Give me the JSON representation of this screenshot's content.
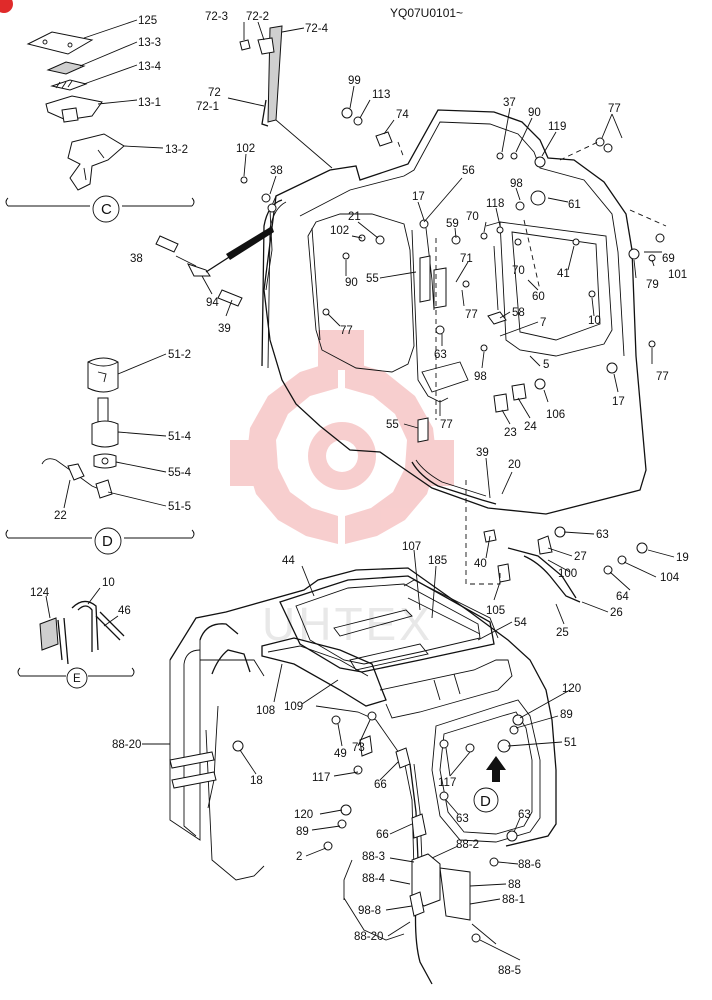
{
  "diagram": {
    "code": "YQ07U0101~",
    "watermark": "UHTEX",
    "views": [
      {
        "id": "C",
        "name": "view-c"
      },
      {
        "id": "D",
        "name": "view-d"
      },
      {
        "id": "E",
        "name": "view-e"
      }
    ],
    "callout_d": "D",
    "labels": [
      {
        "id": "l125",
        "text": "125"
      },
      {
        "id": "l13_3",
        "text": "13-3"
      },
      {
        "id": "l13_4",
        "text": "13-4"
      },
      {
        "id": "l13_1",
        "text": "13-1"
      },
      {
        "id": "l13_2",
        "text": "13-2"
      },
      {
        "id": "l72_3",
        "text": "72-3"
      },
      {
        "id": "l72_2",
        "text": "72-2"
      },
      {
        "id": "l72_4",
        "text": "72-4"
      },
      {
        "id": "l72",
        "text": "72"
      },
      {
        "id": "l72_1",
        "text": "72-1"
      },
      {
        "id": "l99",
        "text": "99"
      },
      {
        "id": "l113",
        "text": "113"
      },
      {
        "id": "l74",
        "text": "74"
      },
      {
        "id": "l37",
        "text": "37"
      },
      {
        "id": "l90a",
        "text": "90"
      },
      {
        "id": "l77a",
        "text": "77"
      },
      {
        "id": "l119",
        "text": "119"
      },
      {
        "id": "l102a",
        "text": "102"
      },
      {
        "id": "l38a",
        "text": "38"
      },
      {
        "id": "l17a",
        "text": "17"
      },
      {
        "id": "l56",
        "text": "56"
      },
      {
        "id": "l98a",
        "text": "98"
      },
      {
        "id": "l61",
        "text": "61"
      },
      {
        "id": "l21",
        "text": "21"
      },
      {
        "id": "l102b",
        "text": "102"
      },
      {
        "id": "l59",
        "text": "59"
      },
      {
        "id": "l70a",
        "text": "70"
      },
      {
        "id": "l118",
        "text": "118"
      },
      {
        "id": "l70b",
        "text": "70"
      },
      {
        "id": "l69",
        "text": "69"
      },
      {
        "id": "l38b",
        "text": "38"
      },
      {
        "id": "l90b",
        "text": "90"
      },
      {
        "id": "l55a",
        "text": "55"
      },
      {
        "id": "l71",
        "text": "71"
      },
      {
        "id": "l41",
        "text": "41"
      },
      {
        "id": "l79",
        "text": "79"
      },
      {
        "id": "l101",
        "text": "101"
      },
      {
        "id": "l94",
        "text": "94"
      },
      {
        "id": "l77b",
        "text": "77"
      },
      {
        "id": "l60",
        "text": "60"
      },
      {
        "id": "l10a",
        "text": "10"
      },
      {
        "id": "l39a",
        "text": "39"
      },
      {
        "id": "l77c",
        "text": "77"
      },
      {
        "id": "l58",
        "text": "58"
      },
      {
        "id": "l7",
        "text": "7"
      },
      {
        "id": "l51_2",
        "text": "51-2"
      },
      {
        "id": "l63a",
        "text": "63"
      },
      {
        "id": "l5",
        "text": "5"
      },
      {
        "id": "l98b",
        "text": "98"
      },
      {
        "id": "l77d",
        "text": "77"
      },
      {
        "id": "l17b",
        "text": "17"
      },
      {
        "id": "l106",
        "text": "106"
      },
      {
        "id": "l51_4",
        "text": "51-4"
      },
      {
        "id": "l55b",
        "text": "55"
      },
      {
        "id": "l77e",
        "text": "77"
      },
      {
        "id": "l23",
        "text": "23"
      },
      {
        "id": "l24",
        "text": "24"
      },
      {
        "id": "l55_4",
        "text": "55-4"
      },
      {
        "id": "l39b",
        "text": "39"
      },
      {
        "id": "l20",
        "text": "20"
      },
      {
        "id": "l22",
        "text": "22"
      },
      {
        "id": "l51_5",
        "text": "51-5"
      },
      {
        "id": "l63b",
        "text": "63"
      },
      {
        "id": "l27",
        "text": "27"
      },
      {
        "id": "l19",
        "text": "19"
      },
      {
        "id": "l44",
        "text": "44"
      },
      {
        "id": "l107",
        "text": "107"
      },
      {
        "id": "l185",
        "text": "185"
      },
      {
        "id": "l40",
        "text": "40"
      },
      {
        "id": "l100",
        "text": "100"
      },
      {
        "id": "l104",
        "text": "104"
      },
      {
        "id": "l10b",
        "text": "10"
      },
      {
        "id": "l124",
        "text": "124"
      },
      {
        "id": "l46",
        "text": "46"
      },
      {
        "id": "l64",
        "text": "64"
      },
      {
        "id": "l105",
        "text": "105"
      },
      {
        "id": "l26",
        "text": "26"
      },
      {
        "id": "l54",
        "text": "54"
      },
      {
        "id": "l25",
        "text": "25"
      },
      {
        "id": "l108",
        "text": "108"
      },
      {
        "id": "l109",
        "text": "109"
      },
      {
        "id": "l120a",
        "text": "120"
      },
      {
        "id": "l89a",
        "text": "89"
      },
      {
        "id": "l88_20a",
        "text": "88-20"
      },
      {
        "id": "l49",
        "text": "49"
      },
      {
        "id": "l73",
        "text": "73"
      },
      {
        "id": "l51",
        "text": "51"
      },
      {
        "id": "l18",
        "text": "18"
      },
      {
        "id": "l117a",
        "text": "117"
      },
      {
        "id": "l66a",
        "text": "66"
      },
      {
        "id": "l117b",
        "text": "117"
      },
      {
        "id": "l120b",
        "text": "120"
      },
      {
        "id": "l63c",
        "text": "63"
      },
      {
        "id": "l89b",
        "text": "89"
      },
      {
        "id": "l66b",
        "text": "66"
      },
      {
        "id": "l63d",
        "text": "63"
      },
      {
        "id": "l2",
        "text": "2"
      },
      {
        "id": "l88_2",
        "text": "88-2"
      },
      {
        "id": "l88_3",
        "text": "88-3"
      },
      {
        "id": "l88_6",
        "text": "88-6"
      },
      {
        "id": "l88_4",
        "text": "88-4"
      },
      {
        "id": "l88",
        "text": "88"
      },
      {
        "id": "l88_1",
        "text": "88-1"
      },
      {
        "id": "l98_8",
        "text": "98-8"
      },
      {
        "id": "l88_20b",
        "text": "88-20"
      },
      {
        "id": "l88_5",
        "text": "88-5"
      }
    ]
  }
}
